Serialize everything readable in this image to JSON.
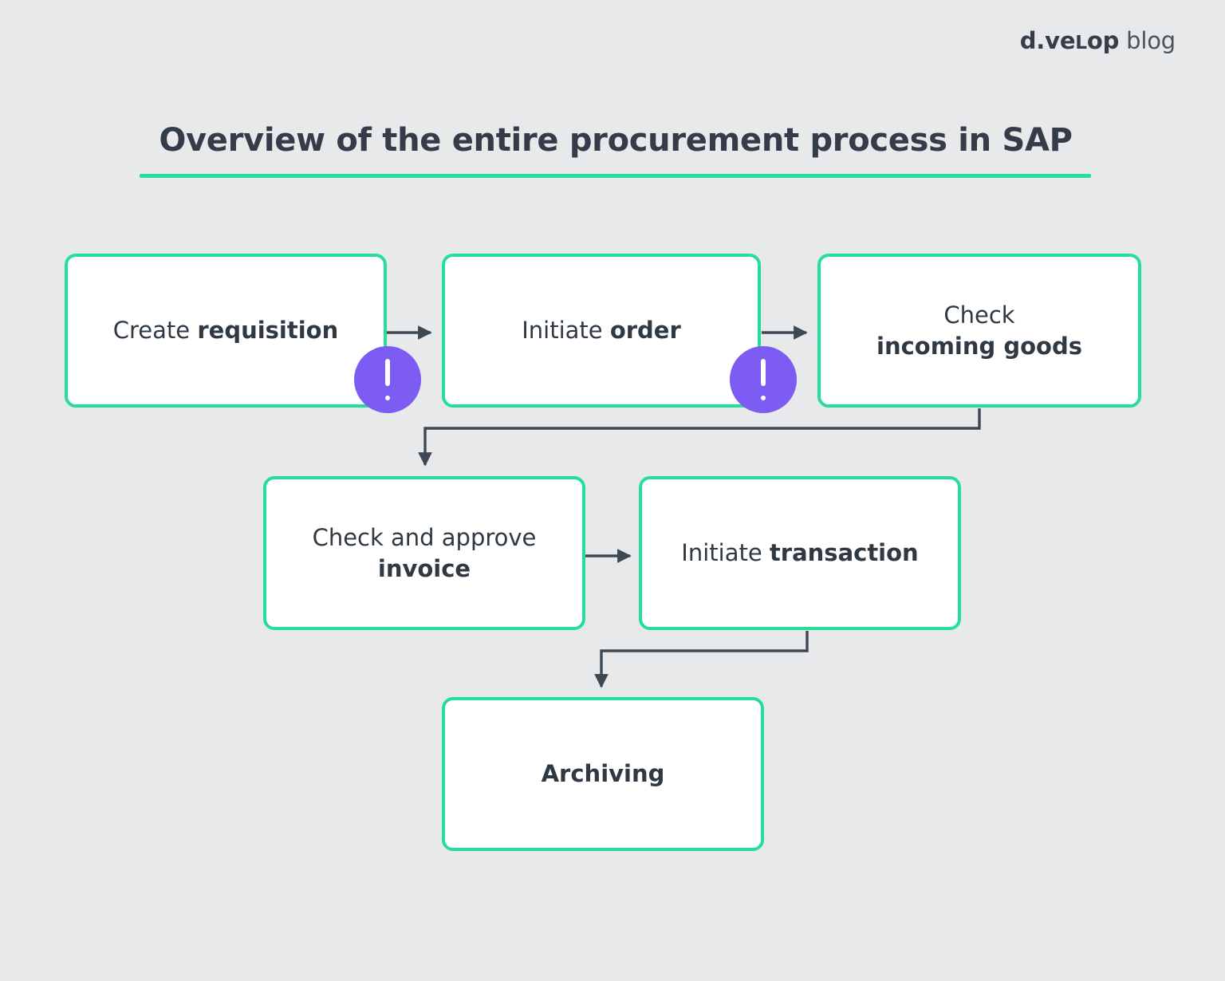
{
  "brand": {
    "mark_prefix": "d.ve",
    "mark_smallcap": "l",
    "mark_suffix": "op",
    "word": "blog"
  },
  "title": "Overview of the entire procurement process in SAP",
  "colors": {
    "background": "#e8e9eb",
    "node_border": "#27dd9b",
    "node_fill": "#ffffff",
    "text": "#2f3944",
    "title_text": "#333c48",
    "accent_rule": "#27dd9b",
    "alert_badge": "#7c5cf2",
    "connector": "#3d4854"
  },
  "flow": {
    "nodes": [
      {
        "id": "requisition",
        "lines": [
          {
            "text": "Create ",
            "weight": "regular"
          },
          {
            "text": "requisition",
            "weight": "bold"
          }
        ],
        "full_text": "Create requisition"
      },
      {
        "id": "order",
        "lines": [
          {
            "text": "Initiate ",
            "weight": "regular"
          },
          {
            "text": "order",
            "weight": "bold"
          }
        ],
        "full_text": "Initiate order"
      },
      {
        "id": "incoming-goods",
        "lines": [
          {
            "text": "Check",
            "weight": "regular"
          },
          {
            "text": "incoming goods",
            "weight": "bold"
          }
        ],
        "full_text": "Check incoming goods"
      },
      {
        "id": "invoice",
        "lines": [
          {
            "text": "Check and approve",
            "weight": "regular"
          },
          {
            "text": "invoice",
            "weight": "bold"
          }
        ],
        "full_text": "Check and approve invoice"
      },
      {
        "id": "transaction",
        "lines": [
          {
            "text": "Initiate ",
            "weight": "regular"
          },
          {
            "text": "transaction",
            "weight": "bold"
          }
        ],
        "full_text": "Initiate transaction"
      },
      {
        "id": "archiving",
        "lines": [
          {
            "text": "Archiving",
            "weight": "bold"
          }
        ],
        "full_text": "Archiving"
      }
    ],
    "edges": [
      {
        "from": "requisition",
        "to": "order",
        "style": "straight-right"
      },
      {
        "from": "order",
        "to": "incoming-goods",
        "style": "straight-right"
      },
      {
        "from": "incoming-goods",
        "to": "invoice",
        "style": "elbow-down-left"
      },
      {
        "from": "invoice",
        "to": "transaction",
        "style": "straight-right"
      },
      {
        "from": "transaction",
        "to": "archiving",
        "style": "elbow-down-left"
      }
    ],
    "alerts": [
      {
        "id": "alert-1",
        "between": "requisition-order",
        "glyph": "!"
      },
      {
        "id": "alert-2",
        "between": "order-incoming-goods",
        "glyph": "!"
      }
    ]
  }
}
